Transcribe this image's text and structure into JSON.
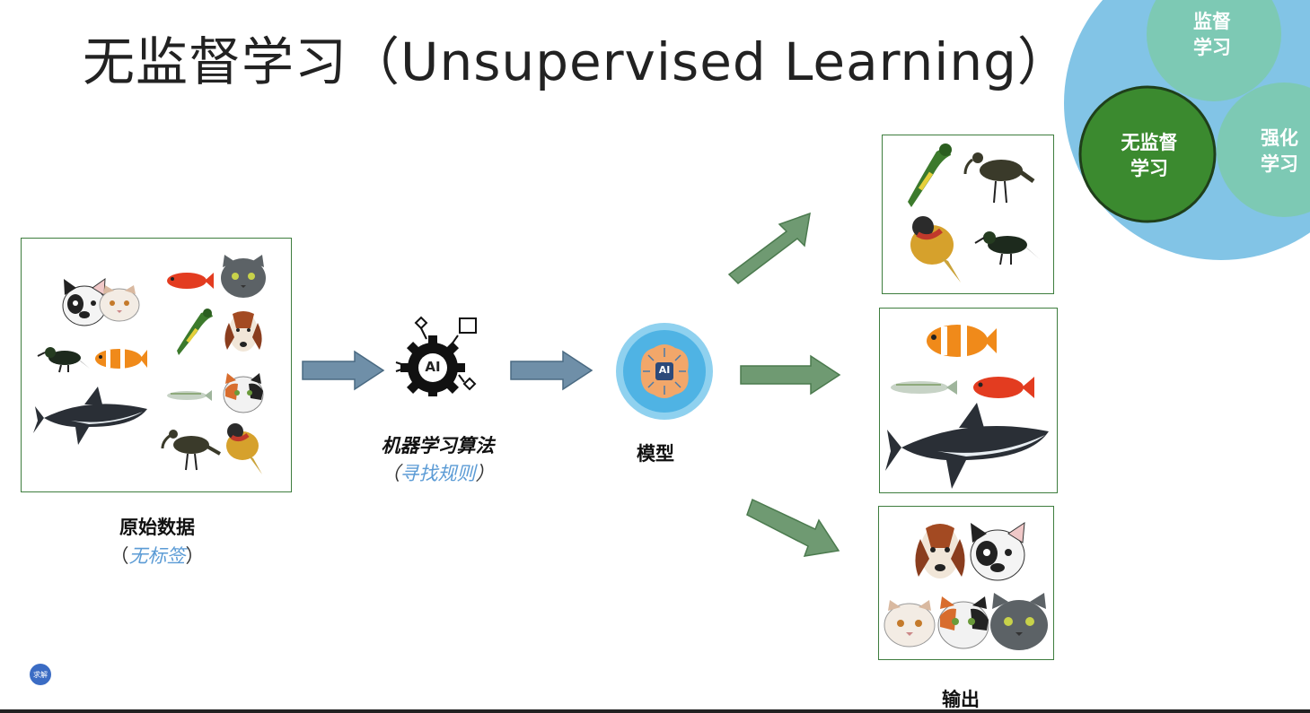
{
  "title": "无监督学习（Unsupervised Learning）",
  "input": {
    "label": "原始数据",
    "sub_open": "（",
    "sub_highlight": "无标签",
    "sub_close": "）"
  },
  "algorithm": {
    "icon_text": "AI",
    "label": "机器学习算法",
    "sub_open": "（",
    "sub_highlight": "寻找规则",
    "sub_close": "）"
  },
  "model": {
    "icon_text": "AI",
    "label": "模型"
  },
  "output": {
    "label": "输出",
    "clusters": [
      {
        "name": "birds",
        "icons": [
          "parrot-icon",
          "ibis-icon",
          "weaver-bird-icon",
          "sunbird-icon"
        ]
      },
      {
        "name": "fish",
        "icons": [
          "clownfish-icon",
          "mackerel-icon",
          "red-fish-icon",
          "shark-icon"
        ]
      },
      {
        "name": "mammals",
        "icons": [
          "beagle-icon",
          "bulldog-icon",
          "white-cat-icon",
          "calico-cat-icon",
          "gray-cat-icon"
        ]
      }
    ]
  },
  "venn": {
    "supervised": "监督\n学习",
    "unsupervised": "无监督\n学习",
    "reinforcement": "强化\n学习"
  },
  "colors": {
    "arrow_blue": "#6f8fa8",
    "arrow_green": "#6f9a72",
    "box_border": "#3e7d3e",
    "highlight_blue": "#5b9bd5",
    "venn_outer": "#82c4e6",
    "venn_light": "#7dc9b4",
    "venn_dark": "#3b8a2f"
  },
  "badge": "求解"
}
